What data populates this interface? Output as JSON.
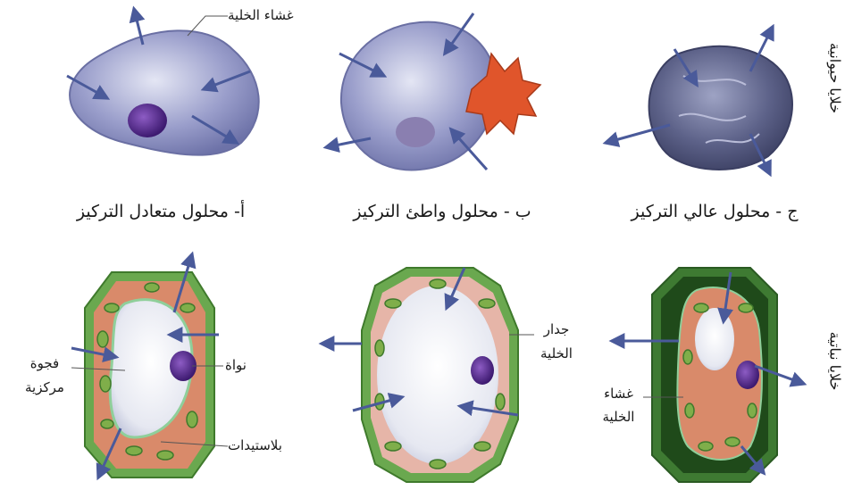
{
  "row_labels": {
    "animal": "خلايا حيوانية",
    "plant": "خلايا نباتية"
  },
  "captions": {
    "isotonic": "أ- محلول متعادل التركيز",
    "hypotonic": "ب - محلول واطئ التركيز",
    "hypertonic": "ج - محلول عالي التركيز"
  },
  "labels": {
    "cell_membrane_top": "غشاء الخلية",
    "central_vacuole_line1": "فجوة",
    "central_vacuole_line2": "مركزية",
    "nucleus": "نواة",
    "plastids": "بلاستيدات",
    "cell_wall_line1": "جدار",
    "cell_wall_line2": "الخلية",
    "cell_membrane_line1": "غشاء",
    "cell_membrane_line2": "الخلية"
  },
  "colors": {
    "animal_cell": "#8f93c4",
    "nucleus": "#5a2d91",
    "arrow": "#4a5a9a",
    "plant_wall": "#6aa84f",
    "plant_cytoplasm": "#d98a6a",
    "vacuole": "#eef0f6",
    "burst": "#e0552b"
  }
}
